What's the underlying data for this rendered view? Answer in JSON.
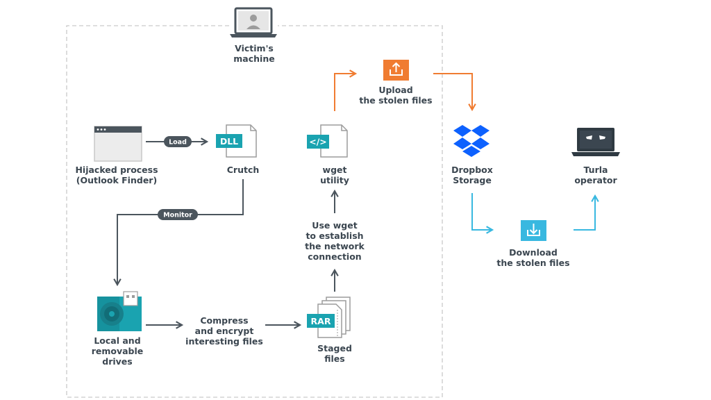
{
  "nodes": {
    "victim_machine": "Victim's\nmachine",
    "hijacked_process": "Hijacked process\n(Outlook Finder)",
    "crutch": "Crutch",
    "dll_badge": "DLL",
    "local_drives": "Local and\nremovable\ndrives",
    "compress": "Compress\nand encrypt\ninteresting files",
    "staged_files": "Staged\nfiles",
    "rar_badge": "RAR",
    "use_wget": "Use wget\nto establish\nthe network\nconnection",
    "wget_utility": "wget\nutility",
    "code_badge": "</>",
    "upload": "Upload\nthe stolen files",
    "dropbox": "Dropbox\nStorage",
    "download": "Download\nthe stolen files",
    "turla": "Turla\noperator"
  },
  "edges": {
    "load": "Load",
    "monitor": "Monitor"
  },
  "icons": {
    "victim_laptop": "laptop-user-icon",
    "hijacked_window": "browser-window-icon",
    "dll_file": "dll-file-icon",
    "drive": "usb-drive-icon",
    "rar_files": "rar-archive-icon",
    "code_file": "code-file-icon",
    "upload": "upload-icon",
    "dropbox": "dropbox-icon",
    "download": "download-icon",
    "turla": "hacker-laptop-icon"
  },
  "colors": {
    "text": "#3b4650",
    "arrow_dark": "#4b555d",
    "teal": "#1aa3b0",
    "orange": "#f07c31",
    "blue": "#38b8e0",
    "dropbox": "#0d61fe",
    "boundary": "#c9c9c9"
  }
}
